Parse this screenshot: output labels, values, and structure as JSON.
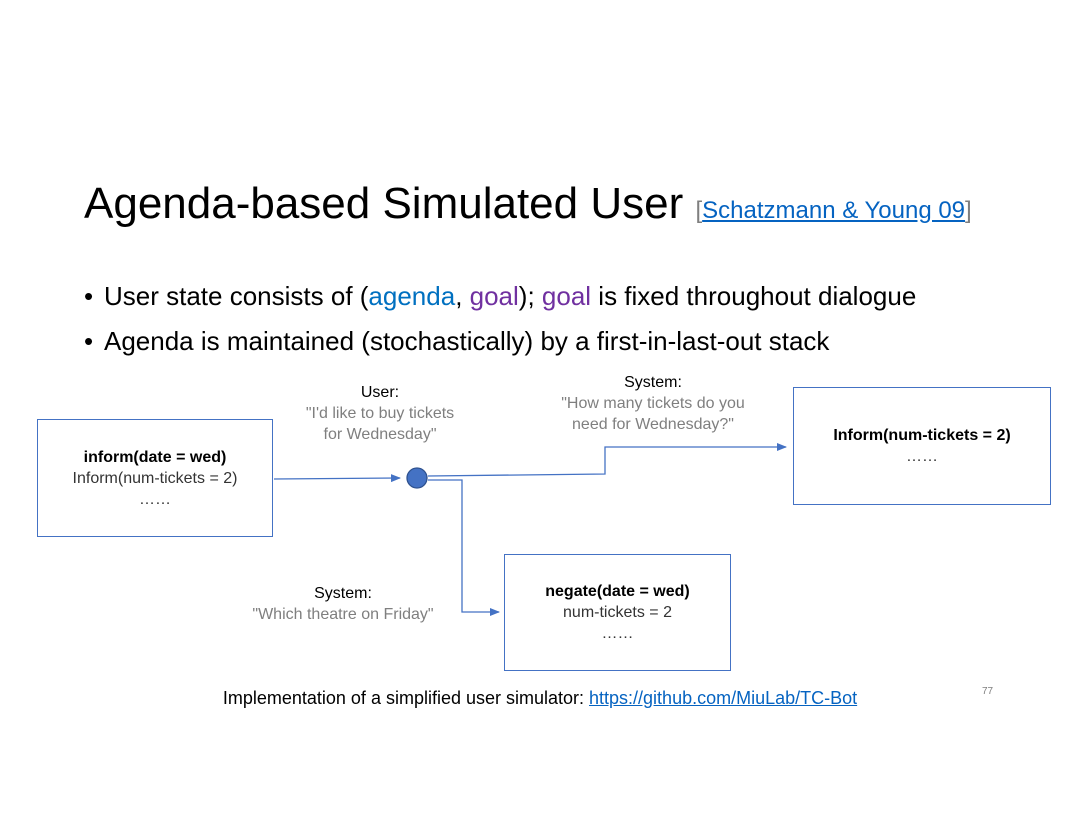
{
  "title": {
    "text": "Agenda-based Simulated User",
    "cite_open": "[",
    "cite_link": "Schatzmann & Young 09",
    "cite_close": "]"
  },
  "bullets": [
    {
      "t1": "User state consists of (",
      "agenda": "agenda",
      "t2": ", ",
      "goal1": "goal",
      "t3": "); ",
      "goal2": "goal",
      "t4": " is fixed throughout dialogue"
    },
    {
      "text": "Agenda is maintained (stochastically) by a first-in-last-out stack"
    }
  ],
  "diagram": {
    "left_box": [
      "inform(date = wed)",
      "Inform(num-tickets = 2)",
      "……"
    ],
    "right_box": [
      "Inform(num-tickets = 2)",
      "……"
    ],
    "bottom_box": [
      "negate(date = wed)",
      "num-tickets = 2",
      "……"
    ],
    "user_label": {
      "speaker": "User:",
      "line1": "\"I'd like to buy tickets",
      "line2": "for Wednesday\""
    },
    "system_top_label": {
      "speaker": "System:",
      "line1": "\"How many tickets do you",
      "line2": "need for Wednesday?\""
    },
    "system_bottom_label": {
      "speaker": "System:",
      "line1": "\"Which theatre on Friday\""
    },
    "colors": {
      "box_border": "#4472c4",
      "node_fill": "#4472c4",
      "node_stroke": "#2f528f"
    }
  },
  "footer": {
    "text": "Implementation of a simplified user simulator: ",
    "link": "https://github.com/MiuLab/TC-Bot"
  },
  "page_number": "77"
}
